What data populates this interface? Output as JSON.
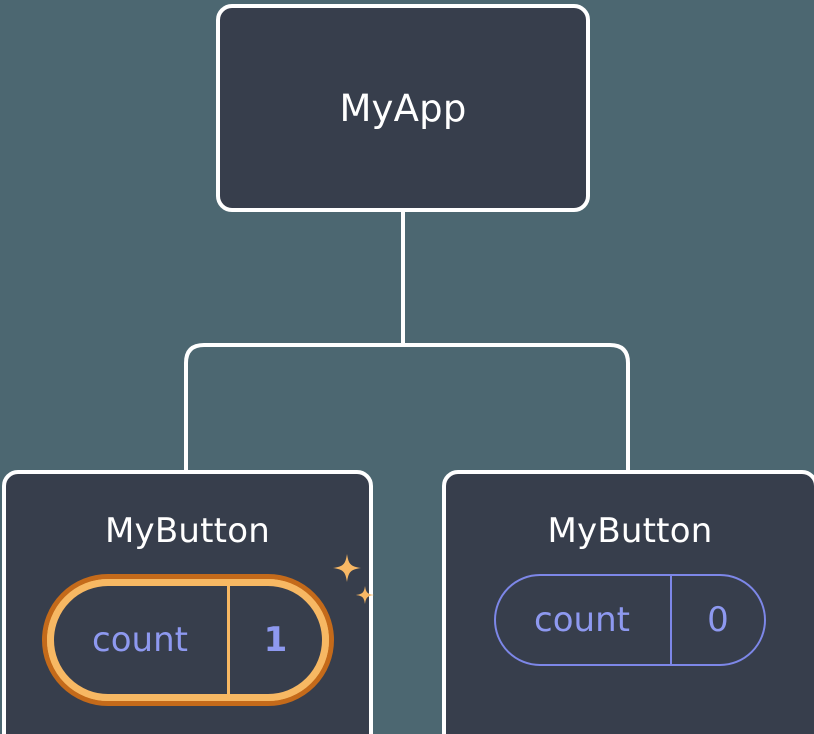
{
  "diagram": {
    "type": "component-tree",
    "background_color": "#4c6771",
    "node_fill_color": "#373e4c",
    "node_border_color": "#ffffff",
    "accent_highlight_outer": "#c46a1a",
    "accent_highlight_inner": "#f7b863",
    "state_text_color": "#8e99f0",
    "sparkle_color": "#f8b865"
  },
  "root": {
    "title": "MyApp"
  },
  "children": [
    {
      "title": "MyButton",
      "state": {
        "key": "count",
        "value": "1"
      },
      "highlighted": true,
      "sparkle_count": 2
    },
    {
      "title": "MyButton",
      "state": {
        "key": "count",
        "value": "0"
      },
      "highlighted": false,
      "sparkle_count": 0
    }
  ]
}
